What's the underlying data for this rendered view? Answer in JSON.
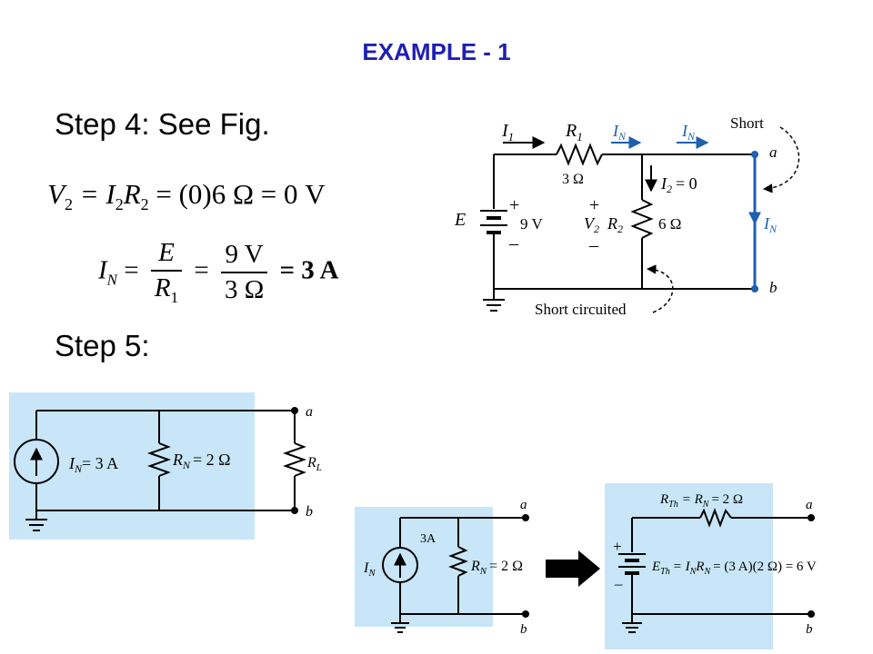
{
  "title": "EXAMPLE - 1",
  "step4": "Step 4: See Fig.",
  "step5": "Step 5:",
  "eq1": {
    "lhs": "V",
    "lhs_sub": "2",
    "mid1": "= I",
    "mid1_sub": "2",
    "mid2": "R",
    "mid2_sub": "2",
    "rest": "= (0)6 Ω = 0 V"
  },
  "eq2": {
    "lhs": "I",
    "lhs_sub": "N",
    "eq_sign": "=",
    "f1_num": "E",
    "f1_den": "R",
    "f1_den_sub": "1",
    "f2_num": "9 V",
    "f2_den": "3 Ω",
    "result": "= 3 A"
  },
  "fig1": {
    "i1": "I",
    "i1_sub": "1",
    "r1": "R",
    "r1_sub": "1",
    "r1_val": "3 Ω",
    "in_label": "I",
    "in_sub": "N",
    "short_label": "Short",
    "node_a": "a",
    "node_b": "b",
    "i2": "I",
    "i2_sub": "2",
    "i2_rest": "= 0",
    "e_label": "E",
    "plus": "+",
    "minus": "–",
    "e_val": "9 V",
    "v2": "V",
    "v2_sub": "2",
    "r2": "R",
    "r2_sub": "2",
    "r2_val": "6 Ω",
    "short_circ": "Short circuited"
  },
  "fig2": {
    "in_label": "I",
    "in_sub": "N",
    "in_val": "= 3 A",
    "rn": "R",
    "rn_sub": "N",
    "rn_val": "= 2 Ω",
    "rl": "R",
    "rl_sub": "L",
    "node_a": "a",
    "node_b": "b"
  },
  "fig3": {
    "src_val": "3A",
    "in_label": "I",
    "in_sub": "N",
    "rn": "R",
    "rn_sub": "N",
    "rn_val": "= 2 Ω",
    "node_a": "a",
    "node_b": "b"
  },
  "fig4": {
    "rth": "R",
    "rth_sub": "Th",
    "rth_mid": "= R",
    "rth_mid_sub": "N",
    "rth_val": "= 2 Ω",
    "eth": "E",
    "eth_sub": "Th",
    "eth_mid": "= I",
    "eth_mid_sub": "N",
    "eth_r": "R",
    "eth_r_sub": "N",
    "eth_val": "= (3 A)(2 Ω) = 6 V",
    "plus": "+",
    "minus": "–",
    "node_a": "a",
    "node_b": "b"
  },
  "colors": {
    "title": "#1f1fb4",
    "panel": "#c8e6f8",
    "wire": "#000000",
    "current_arrow": "#1f5fb0",
    "short_wire": "#1f5fb0"
  }
}
